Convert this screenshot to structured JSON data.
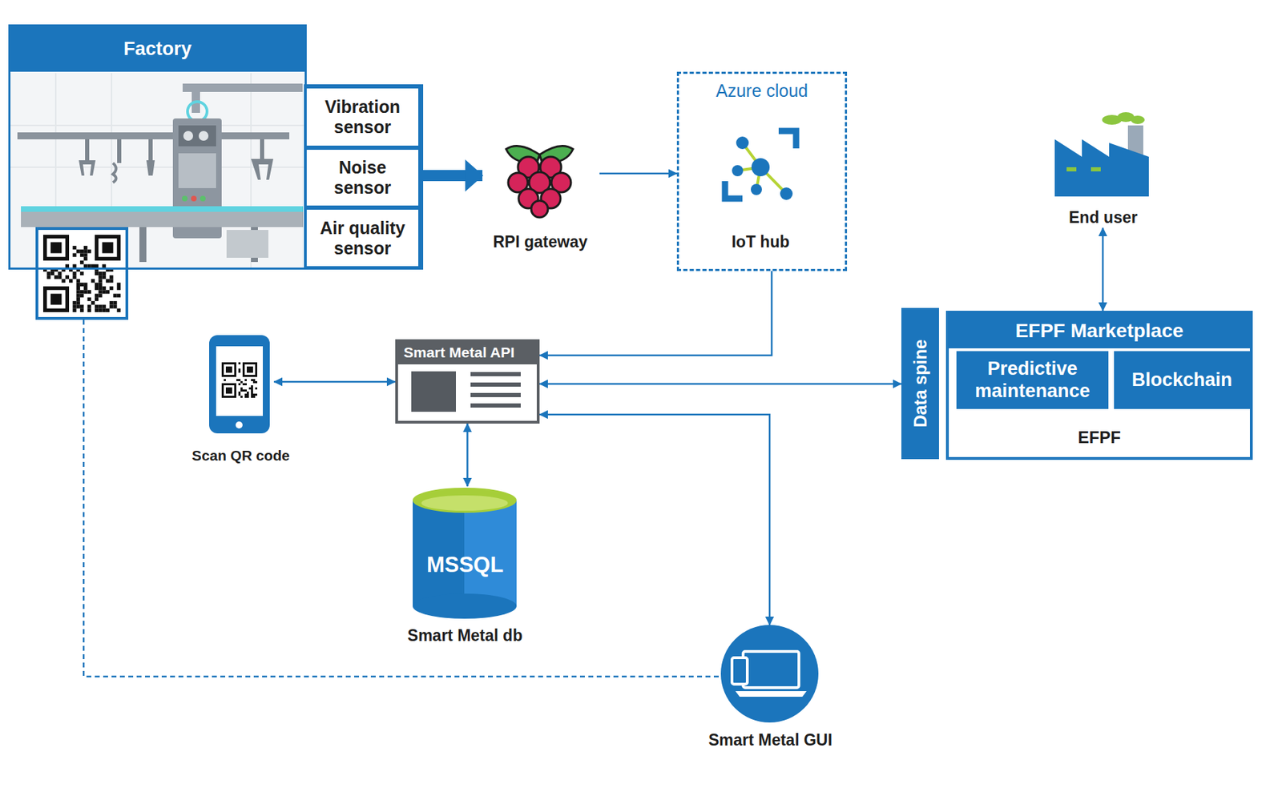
{
  "diagram": {
    "nodes": [
      {
        "text": [
          "Factory"
        ]
      },
      {
        "text": [
          "Vibration sensor"
        ]
      },
      {
        "text": [
          "Noise sensor"
        ]
      },
      {
        "text": [
          "Air quality sensor"
        ]
      },
      {
        "text": [
          "RPI gateway"
        ]
      },
      {
        "text": [
          "Azure cloud"
        ]
      },
      {
        "text": [
          "IoT hub"
        ],
        "in": 5
      },
      {
        "text": [
          "End user"
        ]
      },
      {
        "text": [
          "EFPF Marketplace",
          "EFPF"
        ]
      },
      {
        "text": [
          "Predictive maintenance"
        ],
        "in": 8
      },
      {
        "text": [
          "Blockchain"
        ],
        "in": 8
      },
      {
        "text": [
          "Data spine"
        ]
      },
      {
        "text": [
          "Smart Metal API"
        ]
      },
      {
        "text": [
          "Scan QR code"
        ]
      },
      {
        "text": [
          "MSSQL",
          "Smart Metal db"
        ]
      },
      {
        "text": [
          "Smart Metal GUI"
        ]
      }
    ],
    "edges": [
      {
        "from": 2,
        "to": 4,
        "arrow": "to"
      },
      {
        "from": 4,
        "to": 5,
        "arrow": "to"
      },
      {
        "from": 5,
        "to": 12,
        "arrow": "to"
      },
      {
        "from": 13,
        "to": 12,
        "arrow": "both"
      },
      {
        "from": 12,
        "to": 14,
        "arrow": "both"
      },
      {
        "from": 12,
        "to": 11,
        "arrow": "both"
      },
      {
        "from": 12,
        "to": 15,
        "arrow": "both"
      },
      {
        "from": 7,
        "to": 8,
        "arrow": "both"
      },
      {
        "from": 0,
        "to": 15,
        "arrow": "none"
      }
    ]
  }
}
